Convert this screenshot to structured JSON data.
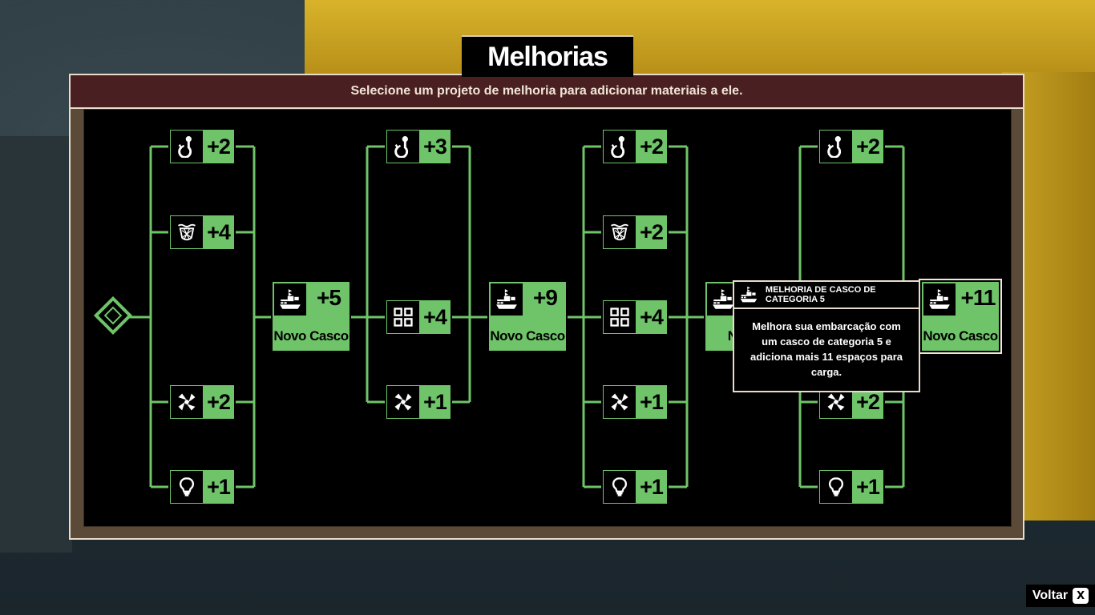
{
  "screen": {
    "title": "Melhorias",
    "subtitle": "Selecione um projeto de melhoria para adicionar materiais a ele."
  },
  "nodes": {
    "c1_rod": {
      "icon": "hook-icon",
      "value": "+2"
    },
    "c1_net": {
      "icon": "net-icon",
      "value": "+4"
    },
    "c1_engine": {
      "icon": "propeller-icon",
      "value": "+2"
    },
    "c1_light": {
      "icon": "lightbulb-icon",
      "value": "+1"
    },
    "c2_rod": {
      "icon": "hook-icon",
      "value": "+3"
    },
    "c2_storage": {
      "icon": "grid-icon",
      "value": "+4"
    },
    "c2_engine": {
      "icon": "propeller-icon",
      "value": "+1"
    },
    "c3_rod": {
      "icon": "hook-icon",
      "value": "+2"
    },
    "c3_net": {
      "icon": "net-icon",
      "value": "+2"
    },
    "c3_storage": {
      "icon": "grid-icon",
      "value": "+4"
    },
    "c3_engine": {
      "icon": "propeller-icon",
      "value": "+1"
    },
    "c3_light": {
      "icon": "lightbulb-icon",
      "value": "+1"
    },
    "c4_rod": {
      "icon": "hook-icon",
      "value": "+2"
    },
    "c4_engine": {
      "icon": "propeller-icon",
      "value": "+2"
    },
    "c4_light": {
      "icon": "lightbulb-icon",
      "value": "+1"
    }
  },
  "hulls": {
    "h1": {
      "value": "+5",
      "label": "Novo Casco"
    },
    "h2": {
      "value": "+9",
      "label": "Novo Casco"
    },
    "h3": {
      "value": "",
      "label": "Novo"
    },
    "h4": {
      "value": "+11",
      "label": "Novo Casco"
    }
  },
  "tooltip": {
    "title": "MELHORIA DE CASCO DE CATEGORIA 5",
    "body": "Melhora sua embarcação com um casco de categoria 5 e adiciona mais 11 espaços para carga."
  },
  "footer": {
    "back_label": "Voltar",
    "back_key": "X"
  },
  "colors": {
    "node_green": "#6fc46a",
    "banner": "#4a1f21",
    "frame_border": "#e8dccb"
  }
}
